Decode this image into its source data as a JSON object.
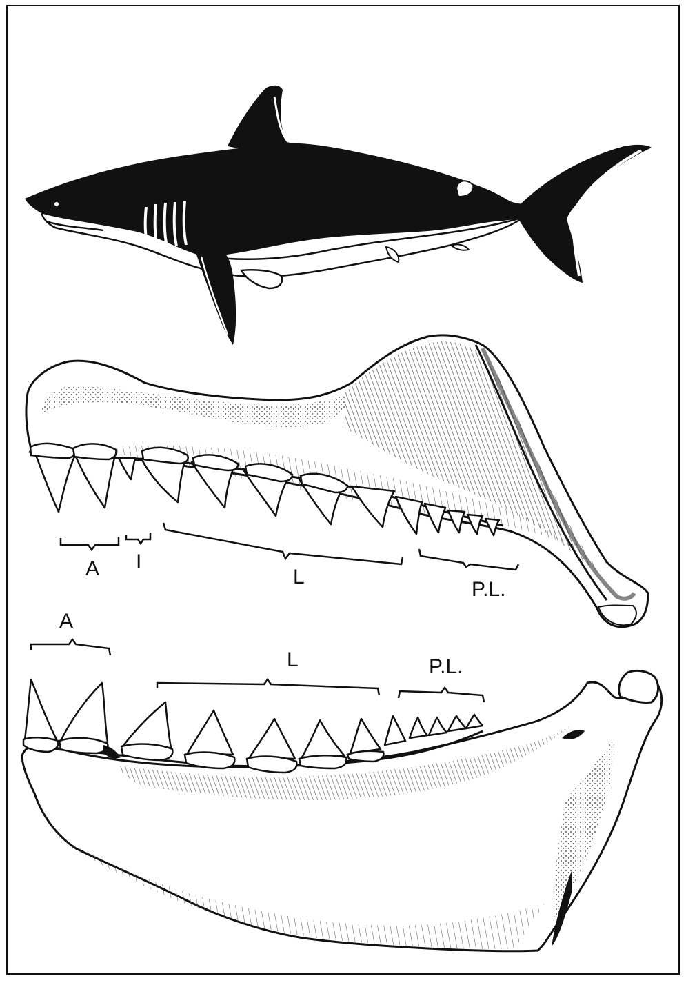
{
  "colors": {
    "ink": "#111111",
    "paper": "#ffffff",
    "shade": "#555555",
    "light_shade": "#9a9a9a"
  },
  "upper_jaw": {
    "labels": {
      "anterior": "A",
      "intermediate": "I",
      "lateral": "L",
      "posterior_lateral": "P.L."
    }
  },
  "lower_jaw": {
    "labels": {
      "anterior": "A",
      "lateral": "L",
      "posterior_lateral": "P.L."
    }
  }
}
